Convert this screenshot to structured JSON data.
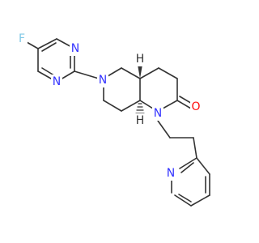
{
  "molecule": {
    "colors": {
      "bond": "#333333",
      "N": "#3333ff",
      "O": "#ff0d0d",
      "F": "#80c8e6",
      "C": "#333333"
    },
    "atom_labels": {
      "F": "F",
      "N_pyrimidine_top": "N",
      "N_pyrimidine_bottom": "N",
      "N_piperidine": "N",
      "H_top": "H",
      "H_bottom": "H",
      "N_lactam": "N",
      "O_carbonyl": "O",
      "N_pyridine": "N"
    }
  }
}
